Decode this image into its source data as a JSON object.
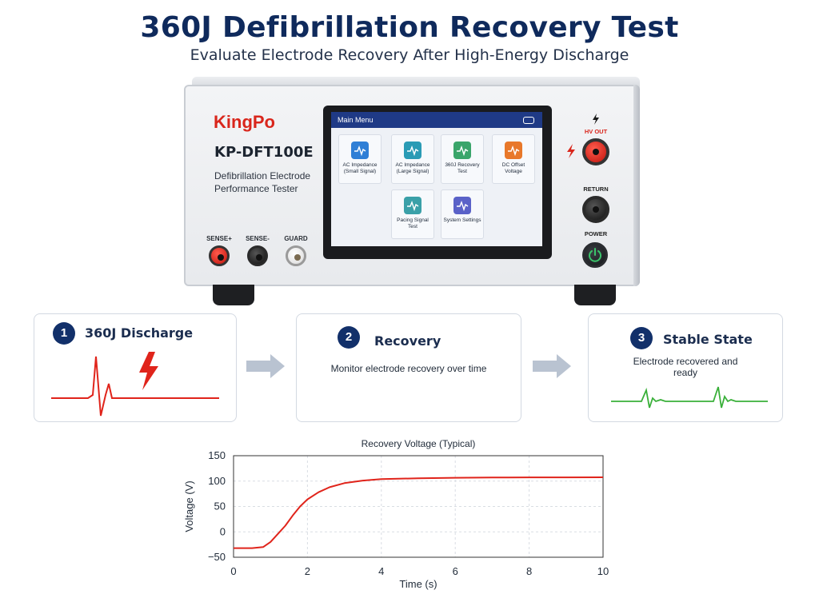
{
  "header": {
    "title": "360J Defibrillation Recovery Test",
    "subtitle": "Evaluate Electrode Recovery After High-Energy Discharge"
  },
  "device": {
    "brand": "KingPo",
    "model": "KP-DFT100E",
    "description": "Defibrillation Electrode Performance Tester",
    "left_jacks": [
      "SENSE+",
      "SENSE-",
      "GUARD"
    ],
    "right_labels": {
      "hv_out": "HV OUT",
      "return": "RETURN",
      "power": "POWER"
    },
    "screen": {
      "menu_title": "Main Menu",
      "tiles": [
        {
          "label": "AC Impedance (Small Signal)",
          "color": "#2f7fd6",
          "icon": "waveform-icon"
        },
        {
          "label": "AC Impedance (Large Signal)",
          "color": "#2a9bb5",
          "icon": "waveform-large-icon"
        },
        {
          "label": "360J Recovery Test",
          "color": "#3aa56a",
          "icon": "recovery-icon"
        },
        {
          "label": "DC Offset Voltage",
          "color": "#e8782a",
          "icon": "offset-icon"
        },
        {
          "label": "Pacing Signal Test",
          "color": "#3aa0a8",
          "icon": "pacing-icon"
        },
        {
          "label": "System Settings",
          "color": "#5a62c8",
          "icon": "settings-icon"
        }
      ]
    }
  },
  "steps": [
    {
      "number": "1",
      "title": "360J Discharge",
      "description": ""
    },
    {
      "number": "2",
      "title": "Recovery",
      "description": "Monitor electrode recovery over time"
    },
    {
      "number": "3",
      "title": "Stable State",
      "description": "Electrode recovered and ready"
    }
  ],
  "colors": {
    "navy": "#12306a",
    "accent_red": "#e0241b",
    "ecg_green": "#3ab03a"
  },
  "chart_data": {
    "type": "line",
    "title": "Recovery Voltage (Typical)",
    "xlabel": "Time (s)",
    "ylabel": "Voltage (V)",
    "xlim": [
      0,
      10
    ],
    "ylim": [
      -50,
      150
    ],
    "xticks": [
      0,
      2,
      4,
      6,
      8,
      10
    ],
    "yticks": [
      -50,
      0,
      50,
      100,
      150
    ],
    "ytick_labels": [
      "−50",
      "0",
      "50",
      "100",
      "150"
    ],
    "grid": true,
    "series": [
      {
        "color": "#e0241b",
        "x": [
          0,
          0.5,
          0.8,
          1.0,
          1.2,
          1.4,
          1.6,
          1.8,
          2.0,
          2.3,
          2.6,
          3.0,
          3.5,
          4.0,
          5.0,
          6.0,
          7.0,
          8.0,
          9.0,
          10.0
        ],
        "y": [
          -32,
          -32,
          -30,
          -20,
          -4,
          12,
          32,
          50,
          64,
          78,
          88,
          96,
          101,
          104,
          105.5,
          106.5,
          107,
          107.2,
          107.3,
          107.4
        ]
      }
    ]
  }
}
